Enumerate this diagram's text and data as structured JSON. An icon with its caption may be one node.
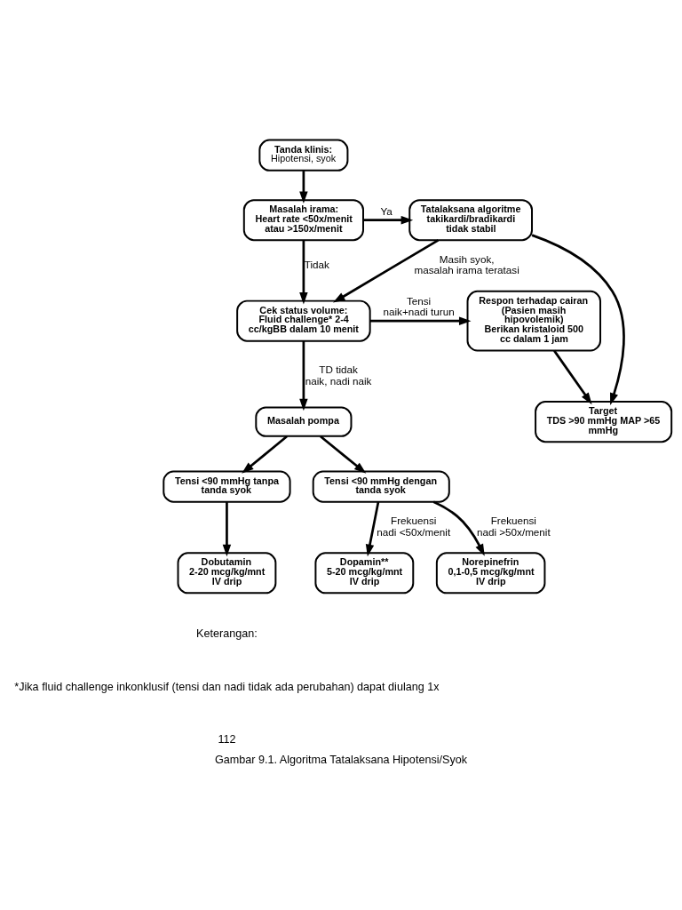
{
  "diagram": {
    "caption": "Gambar 9.1. Algoritma Tatalaksana Hipotensi/Syok",
    "nodes": [
      {
        "text": [
          "Tanda klinis:",
          "Hipotensi, syok"
        ]
      },
      {
        "text": [
          "Masalah irama:",
          "Heart rate <50x/menit atau >150x/menit"
        ]
      },
      {
        "text": [
          "Tatalaksana algoritme takikardi/bradikardi tidak stabil"
        ]
      },
      {
        "text": [
          "Cek status volume:",
          "Fluid challenge* 2-4 cc/kgBB dalam 10 menit"
        ]
      },
      {
        "text": [
          "Respon terhadap cairan (Pasien masih hipovolemik)",
          "Berikan kristaloid 500 cc dalam 1 jam"
        ]
      },
      {
        "text": [
          "Masalah pompa"
        ]
      },
      {
        "text": [
          "Target",
          "TDS >90 mmHg MAP >65 mmHg"
        ]
      },
      {
        "text": [
          "Tensi <90 mmHg tanpa tanda syok"
        ]
      },
      {
        "text": [
          "Tensi <90 mmHg dengan tanda syok"
        ]
      },
      {
        "text": [
          "Dobutamin",
          "2-20 mcg/kg/mnt",
          "IV drip"
        ]
      },
      {
        "text": [
          "Dopamin**",
          "5-20 mcg/kg/mnt",
          "IV drip"
        ]
      },
      {
        "text": [
          "Norepinefrin",
          "0,1-0,5 mcg/kg/mnt",
          "IV drip"
        ]
      }
    ],
    "edges": [
      {
        "from": 0,
        "to": 1,
        "arrow": "to"
      },
      {
        "from": 1,
        "to": 2,
        "arrow": "to",
        "label": "Ya"
      },
      {
        "from": 2,
        "to": 3,
        "arrow": "to",
        "label": "Masih syok, masalah irama teratasi"
      },
      {
        "from": 1,
        "to": 3,
        "arrow": "to",
        "label": "Tidak"
      },
      {
        "from": 3,
        "to": 4,
        "arrow": "to",
        "label": "Tensi naik+nadi turun"
      },
      {
        "from": 3,
        "to": 5,
        "arrow": "to",
        "label": "TD tidak naik, nadi naik"
      },
      {
        "from": 4,
        "to": 6,
        "arrow": "to"
      },
      {
        "from": 2,
        "to": 6,
        "arrow": "to"
      },
      {
        "from": 5,
        "to": 7,
        "arrow": "to"
      },
      {
        "from": 5,
        "to": 8,
        "arrow": "to"
      },
      {
        "from": 7,
        "to": 9,
        "arrow": "to"
      },
      {
        "from": 8,
        "to": 10,
        "arrow": "to",
        "label": "Frekuensi nadi <50x/menit"
      },
      {
        "from": 8,
        "to": 11,
        "arrow": "to",
        "label": "Frekuensi nadi >50x/menit"
      }
    ],
    "labels": [
      "Keterangan:",
      "*Jika fluid challenge inkonklusif (tensi dan nadi tidak ada perubahan) dapat diulang 1x",
      "112"
    ]
  }
}
